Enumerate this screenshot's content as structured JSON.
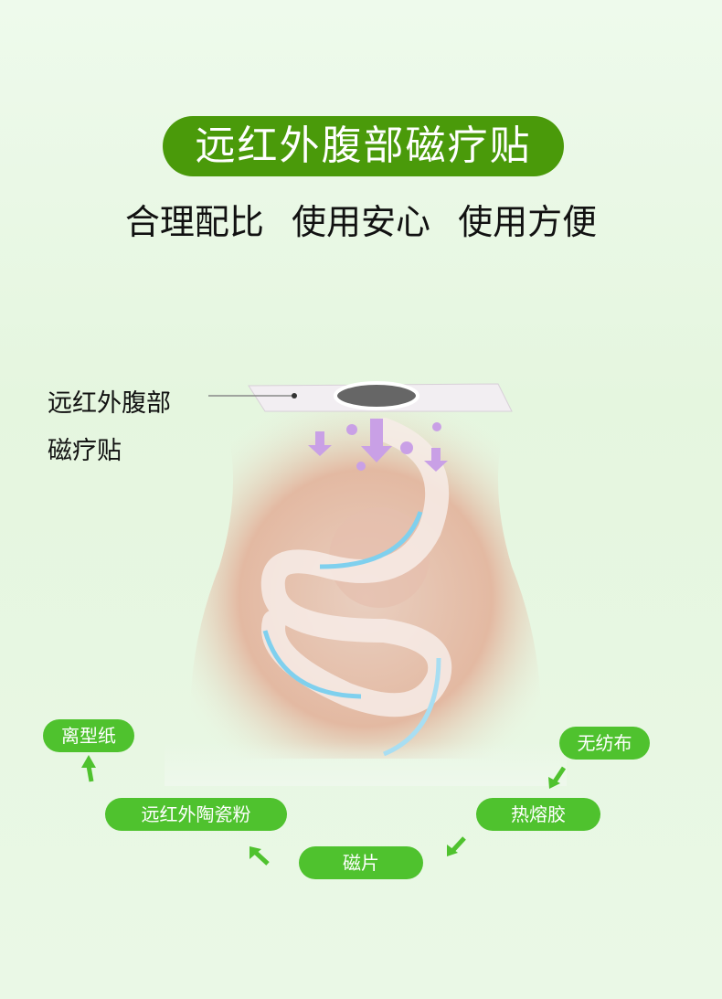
{
  "title": "远红外腹部磁疗贴",
  "subtitle": "合理配比 使用安心 使用方便",
  "callout": {
    "line1": "远红外腹部",
    "line2": "磁疗贴"
  },
  "layers": [
    "离型纸",
    "无纺布",
    "远红外陶瓷粉",
    "热熔胶",
    "磁片"
  ],
  "colors": {
    "title_bg": "#4a9a0a",
    "pill_bg": "#4fc22e",
    "arrow": "#4fc22e"
  }
}
